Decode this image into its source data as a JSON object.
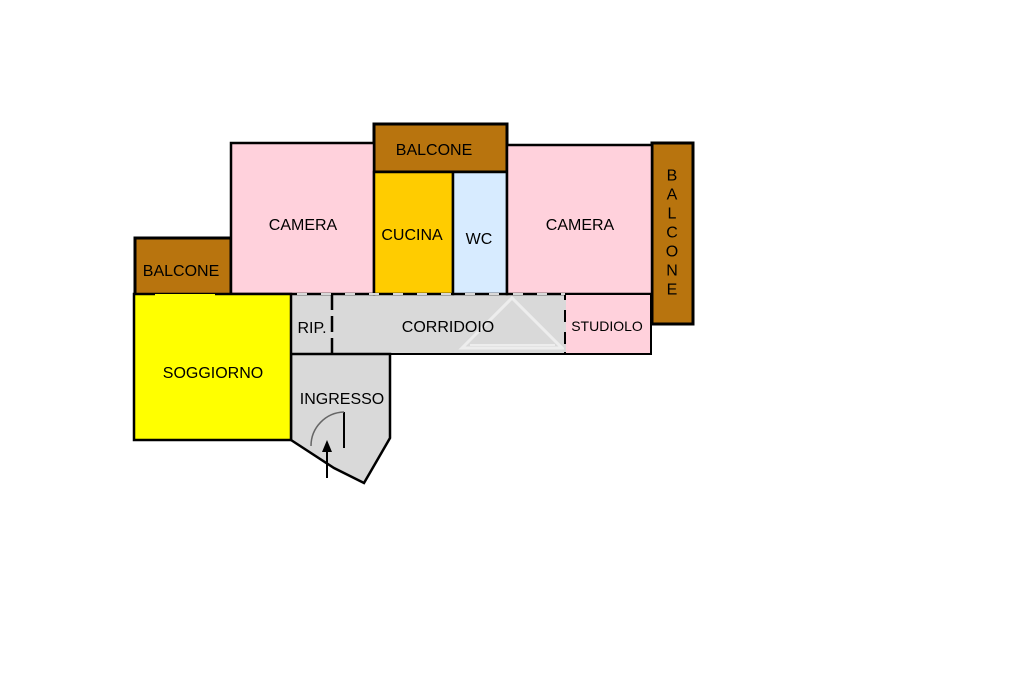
{
  "rooms": {
    "balcone_top": "BALCONE",
    "camera_left": "CAMERA",
    "cucina": "CUCINA",
    "wc": "WC",
    "camera_right": "CAMERA",
    "balcone_right": "BALCONE",
    "balcone_left": "BALCONE",
    "soggiorno": "SOGGIORNO",
    "ripostiglio": "RIP.",
    "corridoio": "CORRIDOIO",
    "studiolo": "STUDIOLO",
    "ingresso": "INGRESSO"
  },
  "colors": {
    "camera": "#ffd1dc",
    "balcone": "#b8740e",
    "cucina": "#ffcc00",
    "wc": "#d7ebff",
    "soggiorno": "#ffff00",
    "circulation": "#d9d9d9",
    "studiolo": "#ffd1dc",
    "wall": "#000000"
  },
  "icons": {
    "door": "door-swing-icon",
    "entrance": "entrance-arrow-icon",
    "watermark": "house-watermark-icon"
  }
}
